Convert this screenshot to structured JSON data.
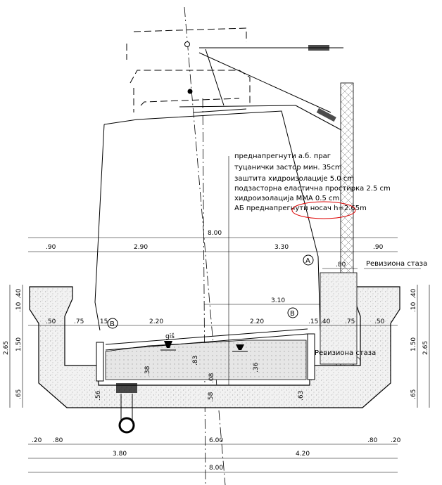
{
  "layers": [
    "преднапрегнути а.б. праг",
    "туцанички застор  мин. 35cm",
    "заштита хидроизолације  5.0 cm",
    "подзасторна еластична простирка 2.5 cm",
    "хидроизолација ММА   0.5 cm",
    "АБ преднапрегнути носач h=2.65m"
  ],
  "labels": {
    "walkway_right_top": "Ревизиона стаза",
    "walkway_right_inner": "Ревизиона стаза",
    "gis": "giš",
    "circle_a": "A",
    "circle_b_left": "B",
    "circle_b_right": "B"
  },
  "dims": {
    "top_total": "8.00",
    "top_90_left": ".90",
    "top_290": "2.90",
    "top_330": "3.30",
    "top_90_right": ".90",
    "top_80": ".80",
    "mid_310": "3.10",
    "r50_left": ".50",
    "r75_left": ".75",
    "r15_left": ".15",
    "r220_left": "2.20",
    "r220_right": "2.20",
    "r15_right": ".15",
    "r40_right": ".40",
    "r75_right": ".75",
    "r50_right": ".50",
    "v38": ".38",
    "v83": ".83",
    "v08": ".08",
    "v36": ".36",
    "v56": ".56",
    "v58": ".58",
    "v63": ".63",
    "left_265": "2.65",
    "left_40": ".40",
    "left_10": ".10",
    "left_150": "1.50",
    "left_65": ".65",
    "right_40": ".40",
    "right_10": ".10",
    "right_150": "1.50",
    "right_265": "2.65",
    "right_65": ".65",
    "b_20_left": ".20",
    "b_80_left": ".80",
    "b_600": "6.00",
    "b_80_right": ".80",
    "b_20_right": ".20",
    "b_380": "3.80",
    "b_420": "4.20",
    "b_800": "8.00"
  }
}
